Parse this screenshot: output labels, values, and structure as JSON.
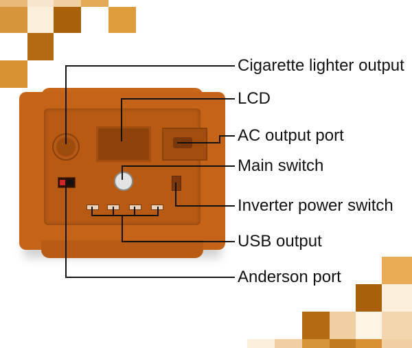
{
  "colors": {
    "accent_dark": "#a9600b",
    "accent_mid": "#d6953a",
    "accent_light": "#f0cfa3",
    "accent_pale": "#fbeedb",
    "device_body": "#c56418",
    "line": "#111111"
  },
  "labels": {
    "cigarette": "Cigarette lighter output",
    "lcd": "LCD",
    "ac": "AC output port",
    "main_switch": "Main switch",
    "inverter": "Inverter power switch",
    "usb": "USB output",
    "anderson": "Anderson port"
  }
}
